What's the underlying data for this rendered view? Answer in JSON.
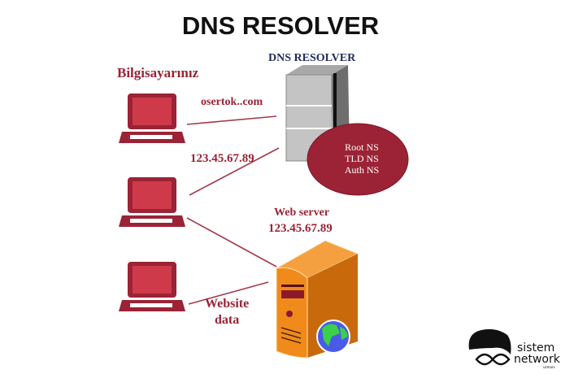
{
  "title": "DNS RESOLVER",
  "dns_resolver_label": "DNS RESOLVER",
  "computer_label": "Bilgisayarınız",
  "query_label": "osertok..com",
  "response_ip_label": "123.45.67.89",
  "name_servers": [
    "Root NS",
    "TLD NS",
    "Auth NS"
  ],
  "web_server": {
    "label": "Web server",
    "ip": "123.45.67.89"
  },
  "website_data_label": [
    "Website",
    "data"
  ],
  "logo": {
    "line1": "sistem",
    "line2": "network",
    "line3": "uzmanı"
  },
  "colors": {
    "accent": "#9b2335",
    "navy": "#1f2d5c",
    "server_orange": "#f0901e",
    "server_gray": "#c0c0c0"
  }
}
